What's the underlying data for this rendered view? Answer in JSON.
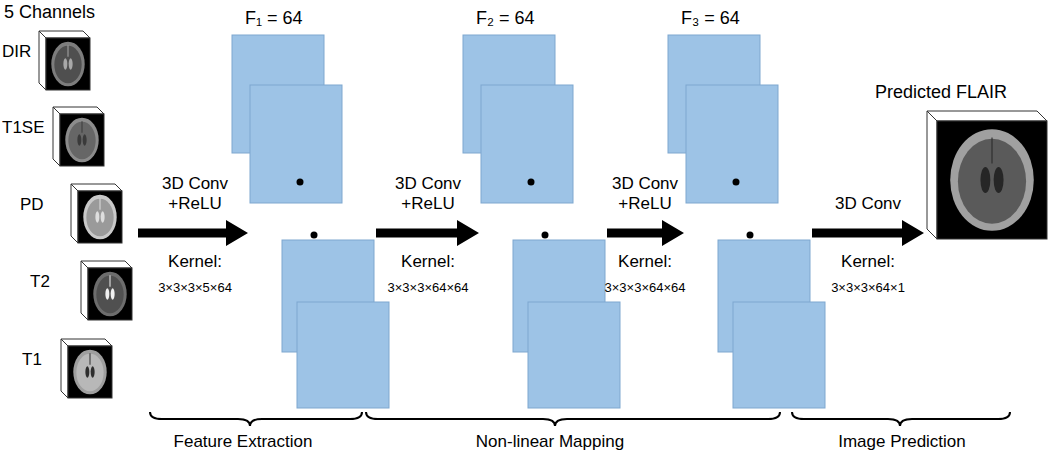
{
  "diagram": {
    "nodes": [
      {
        "text": [
          "5 Channels"
        ]
      },
      {
        "text": [
          "DIR"
        ],
        "in": 0
      },
      {
        "text": [
          "T1SE"
        ],
        "in": 0
      },
      {
        "text": [
          "PD"
        ],
        "in": 0
      },
      {
        "text": [
          "T2"
        ],
        "in": 0
      },
      {
        "text": [
          "T1"
        ],
        "in": 0
      },
      {
        "text": [
          "F₁ = 64"
        ]
      },
      {
        "text": [
          "F₂ = 64"
        ]
      },
      {
        "text": [
          "F₃ = 64"
        ]
      },
      {
        "text": [
          "Predicted FLAIR"
        ]
      }
    ],
    "edges": [
      {
        "from": 0,
        "to": 6,
        "arrow": "to",
        "label": "3D Conv +ReLU"
      },
      {
        "from": 6,
        "to": 7,
        "arrow": "to",
        "label": "3D Conv +ReLU"
      },
      {
        "from": 7,
        "to": 8,
        "arrow": "to",
        "label": "3D Conv +ReLU"
      },
      {
        "from": 8,
        "to": 9,
        "arrow": "to",
        "label": "3D Conv"
      }
    ],
    "labels": [
      "Kernel:",
      "3×3×3×5×64",
      "Kernel:",
      "3×3×3×64×64",
      "Kernel:",
      "3×3×3×64×64",
      "Kernel:",
      "3×3×3×64×1",
      "Feature Extraction",
      "Non-linear Mapping",
      "Image Prediction"
    ]
  }
}
